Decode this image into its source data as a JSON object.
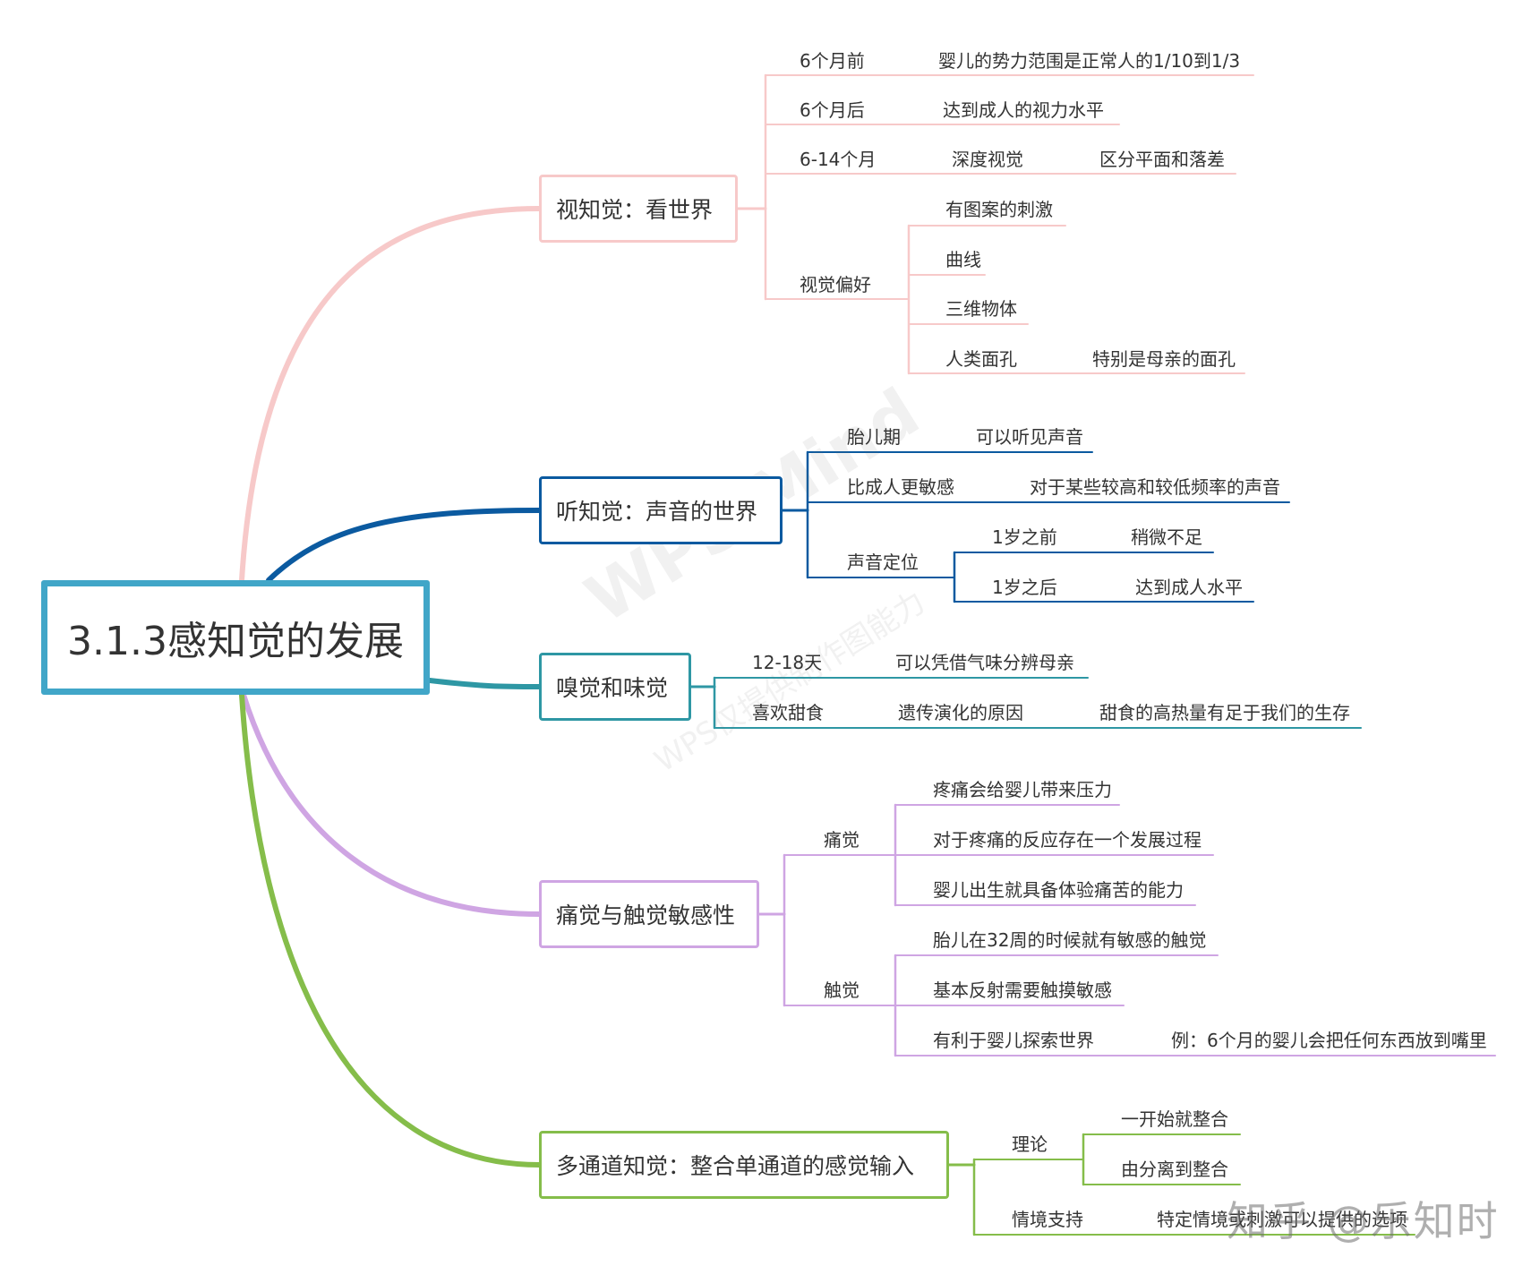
{
  "root": {
    "text": "3.1.3感知觉的发展",
    "color": "#41a6c8"
  },
  "branches": [
    {
      "id": "vision",
      "title": "视知觉：看世界",
      "color": "#f7c9c9",
      "children": [
        {
          "label": "6个月前",
          "children": [
            {
              "label": "婴儿的势力范围是正常人的1/10到1/3"
            }
          ]
        },
        {
          "label": "6个月后",
          "children": [
            {
              "label": "达到成人的视力水平"
            }
          ]
        },
        {
          "label": "6-14个月",
          "children": [
            {
              "label": "深度视觉",
              "children": [
                {
                  "label": "区分平面和落差"
                }
              ]
            }
          ]
        },
        {
          "label": "视觉偏好",
          "children": [
            {
              "label": "有图案的刺激"
            },
            {
              "label": "曲线"
            },
            {
              "label": "三维物体"
            },
            {
              "label": "人类面孔",
              "children": [
                {
                  "label": "特别是母亲的面孔"
                }
              ]
            }
          ]
        }
      ]
    },
    {
      "id": "hearing",
      "title": "听知觉：声音的世界",
      "color": "#0b5aa0",
      "children": [
        {
          "label": "胎儿期",
          "children": [
            {
              "label": "可以听见声音"
            }
          ]
        },
        {
          "label": "比成人更敏感",
          "children": [
            {
              "label": "对于某些较高和较低频率的声音"
            }
          ]
        },
        {
          "label": "声音定位",
          "children": [
            {
              "label": "1岁之前",
              "children": [
                {
                  "label": "稍微不足"
                }
              ]
            },
            {
              "label": "1岁之后",
              "children": [
                {
                  "label": "达到成人水平"
                }
              ]
            }
          ]
        }
      ]
    },
    {
      "id": "smell",
      "title": "嗅觉和味觉",
      "color": "#2e97a4",
      "children": [
        {
          "label": "12-18天",
          "children": [
            {
              "label": "可以凭借气味分辨母亲"
            }
          ]
        },
        {
          "label": "喜欢甜食",
          "children": [
            {
              "label": "遗传演化的原因",
              "children": [
                {
                  "label": "甜食的高热量有足于我们的生存"
                }
              ]
            }
          ]
        }
      ]
    },
    {
      "id": "touch",
      "title": "痛觉与触觉敏感性",
      "color": "#cfa5e3",
      "children": [
        {
          "label": "痛觉",
          "children": [
            {
              "label": "疼痛会给婴儿带来压力"
            },
            {
              "label": "对于疼痛的反应存在一个发展过程"
            },
            {
              "label": "婴儿出生就具备体验痛苦的能力"
            }
          ]
        },
        {
          "label": "触觉",
          "children": [
            {
              "label": "胎儿在32周的时候就有敏感的触觉"
            },
            {
              "label": "基本反射需要触摸敏感"
            },
            {
              "label": "有利于婴儿探索世界",
              "children": [
                {
                  "label": "例：6个月的婴儿会把任何东西放到嘴里"
                }
              ]
            }
          ]
        }
      ]
    },
    {
      "id": "multi",
      "title": "多通道知觉：整合单通道的感觉输入",
      "color": "#85bd4a",
      "children": [
        {
          "label": "理论",
          "children": [
            {
              "label": "一开始就整合"
            },
            {
              "label": "由分离到整合"
            }
          ]
        },
        {
          "label": "情境支持",
          "children": [
            {
              "label": "特定情境或刺激可以提供的选项"
            }
          ]
        }
      ]
    }
  ],
  "watermark": {
    "brand": "WPS Mind",
    "caption": "WPS仅提供制作图能力"
  },
  "credit": "知乎 @乐知时"
}
